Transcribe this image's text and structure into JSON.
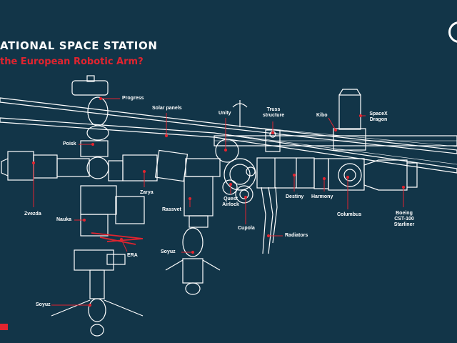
{
  "header": {
    "title": "ATIONAL SPACE STATION",
    "subtitle": "the European Robotic Arm?"
  },
  "colors": {
    "background": "#123548",
    "line": "#ffffff",
    "accent": "#e1242f"
  },
  "labels": {
    "progress": "Progress",
    "solar_panels": "Solar panels",
    "unity": "Unity",
    "truss": [
      "Truss",
      "structure"
    ],
    "kibo": "Kibo",
    "spacex": [
      "SpaceX",
      "Dragon"
    ],
    "poisk": "Poisk",
    "zvezda": "Zvezda",
    "zarya": "Zarya",
    "rassvet": "Rassvet",
    "quest": [
      "Quest",
      "Airlock"
    ],
    "destiny": "Destiny",
    "harmony": "Harmony",
    "columbus": "Columbus",
    "boeing": [
      "Boeing",
      "CST-100",
      "Starliner"
    ],
    "nauka": "Nauka",
    "cupola": "Cupola",
    "radiators": "Radiators",
    "era": "ERA",
    "soyuz_mid": "Soyuz",
    "soyuz_left": "Soyuz"
  }
}
